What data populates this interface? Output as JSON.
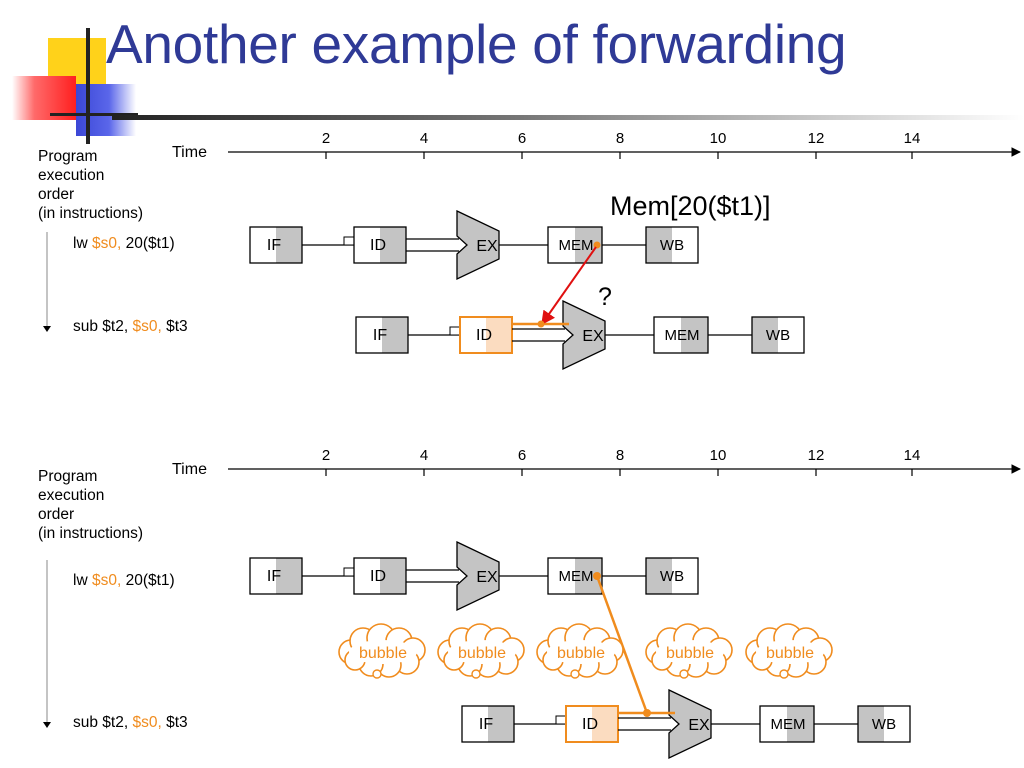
{
  "title": "Another example of forwarding",
  "colors": {
    "title": "#2f3a96",
    "register_highlight": "#f08c1e",
    "forward_arrow": "#e01010",
    "stage_gray": "#c4c4c4"
  },
  "panels": [
    {
      "time_label": "Time",
      "ticks": [
        "2",
        "4",
        "6",
        "8",
        "10",
        "12",
        "14"
      ],
      "order_label": [
        "Program",
        "execution",
        "order",
        "(in instructions)"
      ],
      "instructions": [
        {
          "parts": [
            {
              "text": "lw ",
              "hl": false
            },
            {
              "text": "$s0,",
              "hl": true
            },
            {
              "text": " 20($t1)",
              "hl": false
            }
          ],
          "stages": [
            "IF",
            "ID",
            "EX",
            "MEM",
            "WB"
          ]
        },
        {
          "parts": [
            {
              "text": "sub $t2, ",
              "hl": false
            },
            {
              "text": "$s0,",
              "hl": true
            },
            {
              "text": " $t3",
              "hl": false
            }
          ],
          "stages": [
            "IF",
            "ID",
            "EX",
            "MEM",
            "WB"
          ]
        }
      ],
      "annotation": "Mem[20($t1)]",
      "question": "?"
    },
    {
      "time_label": "Time",
      "ticks": [
        "2",
        "4",
        "6",
        "8",
        "10",
        "12",
        "14"
      ],
      "order_label": [
        "Program",
        "execution",
        "order",
        "(in instructions)"
      ],
      "instructions": [
        {
          "parts": [
            {
              "text": "lw ",
              "hl": false
            },
            {
              "text": "$s0,",
              "hl": true
            },
            {
              "text": " 20($t1)",
              "hl": false
            }
          ],
          "stages": [
            "IF",
            "ID",
            "EX",
            "MEM",
            "WB"
          ]
        },
        {
          "parts": [
            {
              "text": "sub $t2, ",
              "hl": false
            },
            {
              "text": "$s0,",
              "hl": true
            },
            {
              "text": " $t3",
              "hl": false
            }
          ],
          "stages": [
            "IF",
            "ID",
            "EX",
            "MEM",
            "WB"
          ]
        }
      ],
      "bubbles": [
        "bubble",
        "bubble",
        "bubble",
        "bubble",
        "bubble"
      ]
    }
  ]
}
